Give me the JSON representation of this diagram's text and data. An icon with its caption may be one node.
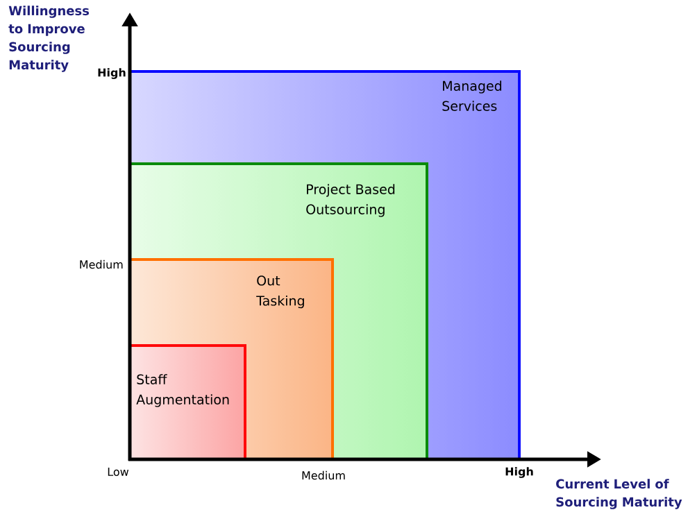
{
  "diagram": {
    "nodes": [
      {
        "text": [
          "Managed Services"
        ]
      },
      {
        "text": [
          "Project Based Outsourcing"
        ],
        "in": 0
      },
      {
        "text": [
          "Out Tasking"
        ],
        "in": 1
      },
      {
        "text": [
          "Staff Augmentation"
        ],
        "in": 2
      }
    ],
    "labels": [
      "Willingness to Improve Sourcing Maturity",
      "High",
      "Medium",
      "Low",
      "Medium",
      "High",
      "Current Level of Sourcing Maturity"
    ]
  }
}
